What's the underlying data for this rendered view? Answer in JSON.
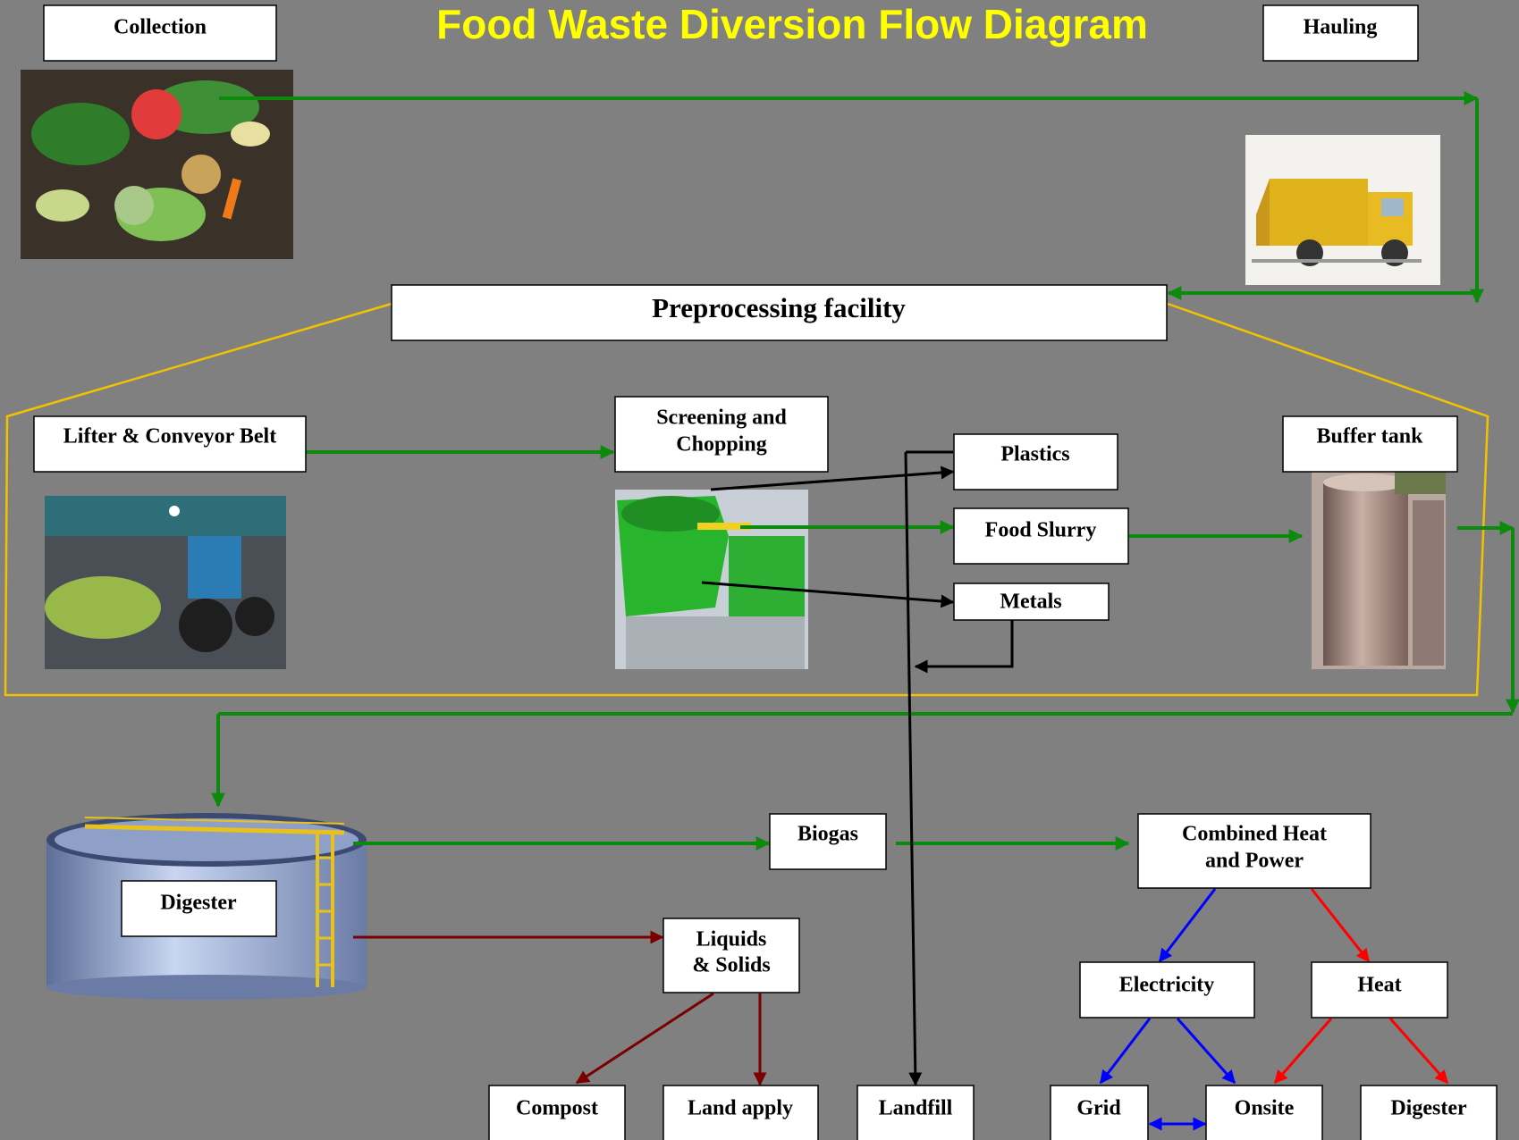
{
  "title": "Food Waste Diversion Flow Diagram",
  "nodes": {
    "collection": "Collection",
    "hauling": "Hauling",
    "preprocessing": "Preprocessing facility",
    "lifter": "Lifter & Conveyor Belt",
    "screening_1": "Screening and",
    "screening_2": "Chopping",
    "plastics": "Plastics",
    "food_slurry": "Food Slurry",
    "metals": "Metals",
    "buffer_tank": "Buffer tank",
    "digester": "Digester",
    "biogas": "Biogas",
    "chp_1": "Combined Heat",
    "chp_2": "and Power",
    "liquids_1": "Liquids",
    "liquids_2": "& Solids",
    "electricity": "Electricity",
    "heat": "Heat",
    "compost": "Compost",
    "land_apply": "Land apply",
    "landfill": "Landfill",
    "grid": "Grid",
    "onsite": "Onsite",
    "digester_out": "Digester"
  },
  "colors": {
    "background": "#808080",
    "title": "#ffff00",
    "material_flow": "#0b8a0b",
    "residuals_flow": "#000000",
    "digestate_flow": "#7a0000",
    "electricity_flow": "#0000ff",
    "heat_flow": "#ff0000",
    "facility_outline": "#f2c200"
  },
  "images": {
    "collection": "food-scraps-photo",
    "hauling": "garbage-truck-photo",
    "lifter": "loader-with-waste-photo",
    "screening": "screening-machine-photo",
    "buffer_tank": "storage-tank-photo",
    "digester": "digester-tank-illustration"
  }
}
